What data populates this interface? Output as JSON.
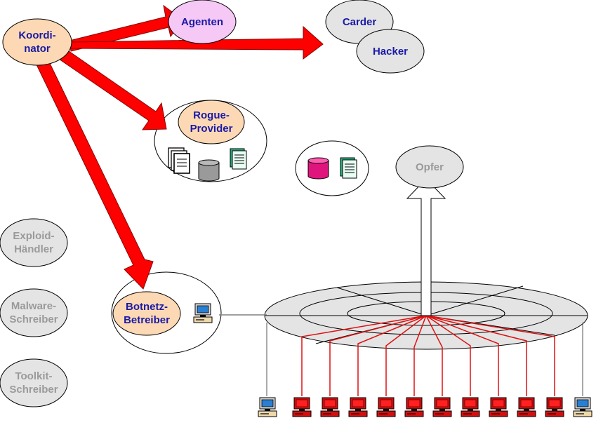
{
  "actors": {
    "koordinator": [
      "Koordi-",
      "nator"
    ],
    "agenten": "Agenten",
    "carder": "Carder",
    "hacker": "Hacker",
    "rogue_provider": [
      "Rogue-",
      "Provider"
    ],
    "botnetz_betreiber": [
      "Botnetz-",
      "Betreiber"
    ],
    "opfer": "Opfer"
  },
  "side_roles": {
    "exploid_haendler": [
      "Exploid-",
      "Händler"
    ],
    "malware_schreiber": [
      "Malware-",
      "Schreiber"
    ],
    "toolkit_schreiber": [
      "Toolkit-",
      "Schreiber"
    ]
  },
  "colors": {
    "orange_fill": "#fcd9b4",
    "pink_fill": "#f5c8f5",
    "grey_fill": "#e4e4e4",
    "arrow_red": "#ff0000",
    "label_blue": "#1a1aa6",
    "label_grey": "#9a9a9a",
    "bot_red": "#e01010",
    "database_pink": "#e0147d",
    "database_grey": "#9a9a9a",
    "document_green": "#1a9a6a"
  },
  "icons": {
    "rogue_provider_group": [
      "documents-icon",
      "database-icon",
      "document-icon"
    ],
    "middle_group": [
      "database-icon",
      "document-icon"
    ],
    "botnet_operator": "computer-icon",
    "bots": "computer-icon"
  },
  "botnet": {
    "infected_bots": 10,
    "clean_bots": 2
  }
}
